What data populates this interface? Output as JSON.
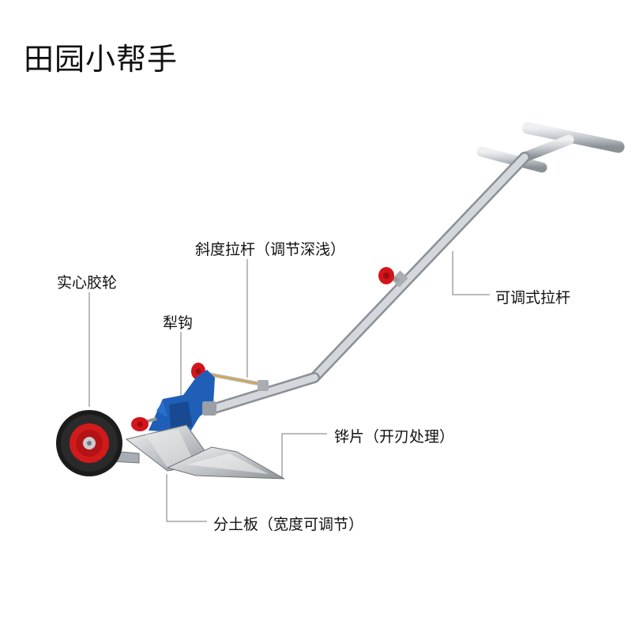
{
  "title": "田园小帮手",
  "labels": {
    "incline_rod": "斜度拉杆（调节深浅）",
    "solid_wheel": "实心胶轮",
    "plow_hook": "犁钩",
    "adjustable_rod": "可调式拉杆",
    "blade": "铧片（开刃处理）",
    "soil_divider": "分土板（宽度可调节）"
  },
  "colors": {
    "tube": "#c9cdd2",
    "blue_bracket": "#1f5fb8",
    "red_knob": "#d4141b",
    "tire": "#1b1b1b",
    "rim": "#d21a1a",
    "leader_line": "#777777"
  }
}
